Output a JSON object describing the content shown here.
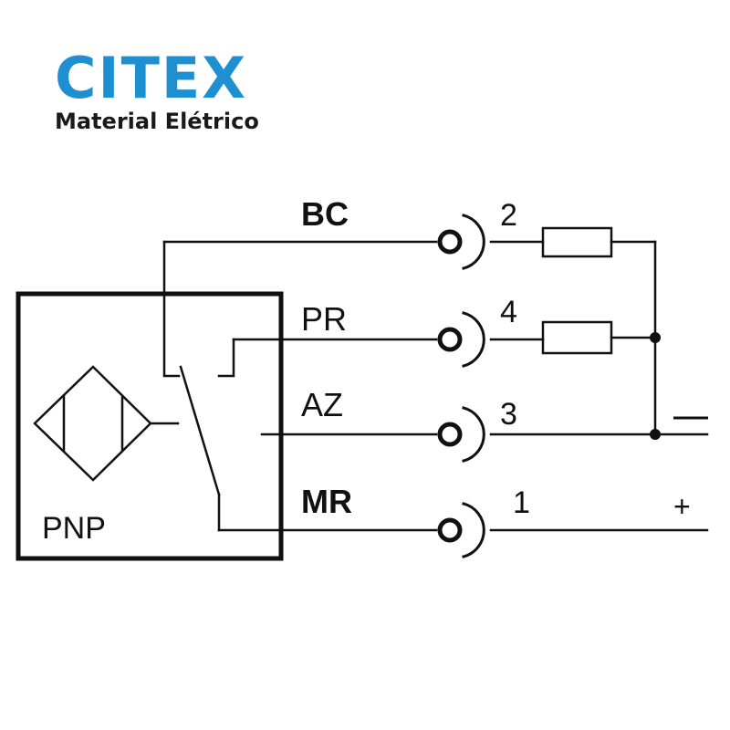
{
  "brand": {
    "name": "CITEX",
    "subtitle": "Material Elétrico",
    "color": "#1e8fd0"
  },
  "sensor": {
    "type_label": "PNP",
    "symbol_icon": "inductive-sensor-icon",
    "switch_icon": "normally-open-switch-icon"
  },
  "wires": [
    {
      "color_code": "BC",
      "pin": "2",
      "load": true
    },
    {
      "color_code": "PR",
      "pin": "4",
      "load": true
    },
    {
      "color_code": "AZ",
      "pin": "3",
      "load": false
    },
    {
      "color_code": "MR",
      "pin": "1",
      "load": false
    }
  ],
  "supply": {
    "negative": "—",
    "positive": "+"
  },
  "line_color": "#111111"
}
